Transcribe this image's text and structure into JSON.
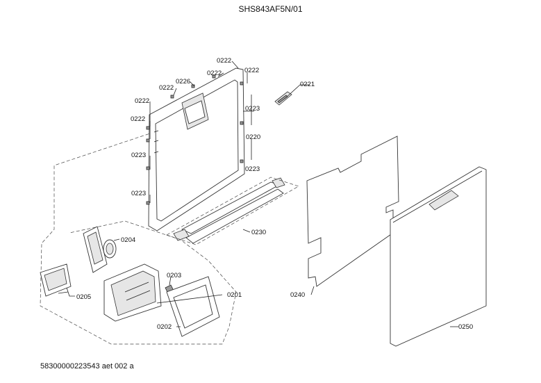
{
  "title": "SHS843AF5N/01",
  "footer": "58300000223543 aet 002 a",
  "callouts": {
    "c0222_a": "0222",
    "c0222_b": "0222",
    "c0222_c": "0222",
    "c0222_d": "0222",
    "c0222_e": "0222",
    "c0222_f": "0222",
    "c0226": "0226",
    "c0221": "0221",
    "c0223_a": "0223",
    "c0223_b": "0223",
    "c0223_c": "0223",
    "c0223_d": "0223",
    "c0220": "0220",
    "c0230": "0230",
    "c0204": "0204",
    "c0203": "0203",
    "c0201": "0201",
    "c0205": "0205",
    "c0202": "0202",
    "c0240": "0240",
    "c0250": "0250"
  }
}
